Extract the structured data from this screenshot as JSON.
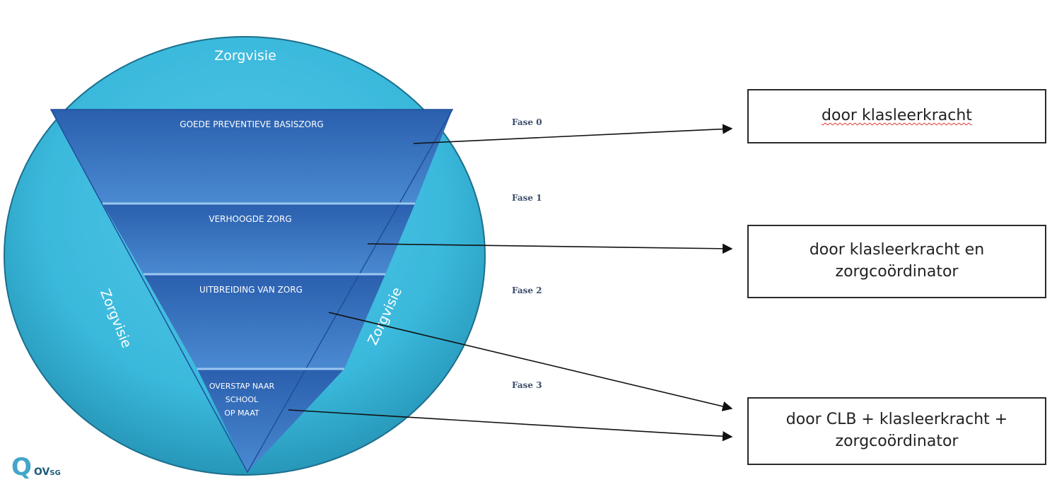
{
  "circle": {
    "top_label": "Zorgvisie",
    "left_label": "Zorgvisie",
    "right_label": "Zorgvisie"
  },
  "pyramid": {
    "levels": [
      {
        "label": "GOEDE PREVENTIEVE BASISZORG"
      },
      {
        "label": "VERHOOGDE ZORG"
      },
      {
        "label": "UITBREIDING VAN ZORG"
      },
      {
        "lines": [
          "OVERSTAP NAAR",
          "SCHOOL",
          "OP MAAT"
        ]
      }
    ]
  },
  "phases": [
    "Fase 0",
    "Fase 1",
    "Fase 2",
    "Fase 3"
  ],
  "boxes": [
    {
      "lines": [
        "door klasleerkracht"
      ]
    },
    {
      "lines": [
        "door klasleerkracht en",
        "zorgcoördinator"
      ]
    },
    {
      "lines": [
        "door CLB + klasleerkracht +",
        "zorgcoördinator"
      ]
    }
  ],
  "logo": {
    "letter": "Q",
    "text_main": "OV",
    "text_small": "SG"
  },
  "colors": {
    "circle": "#3ab9dc",
    "circle_edge": "#1c6f8c",
    "triangle_dark": "#2d64b6",
    "triangle_light": "#4b8ad0",
    "band_line": "#9cc7f0",
    "logo": "#43a6c8"
  }
}
